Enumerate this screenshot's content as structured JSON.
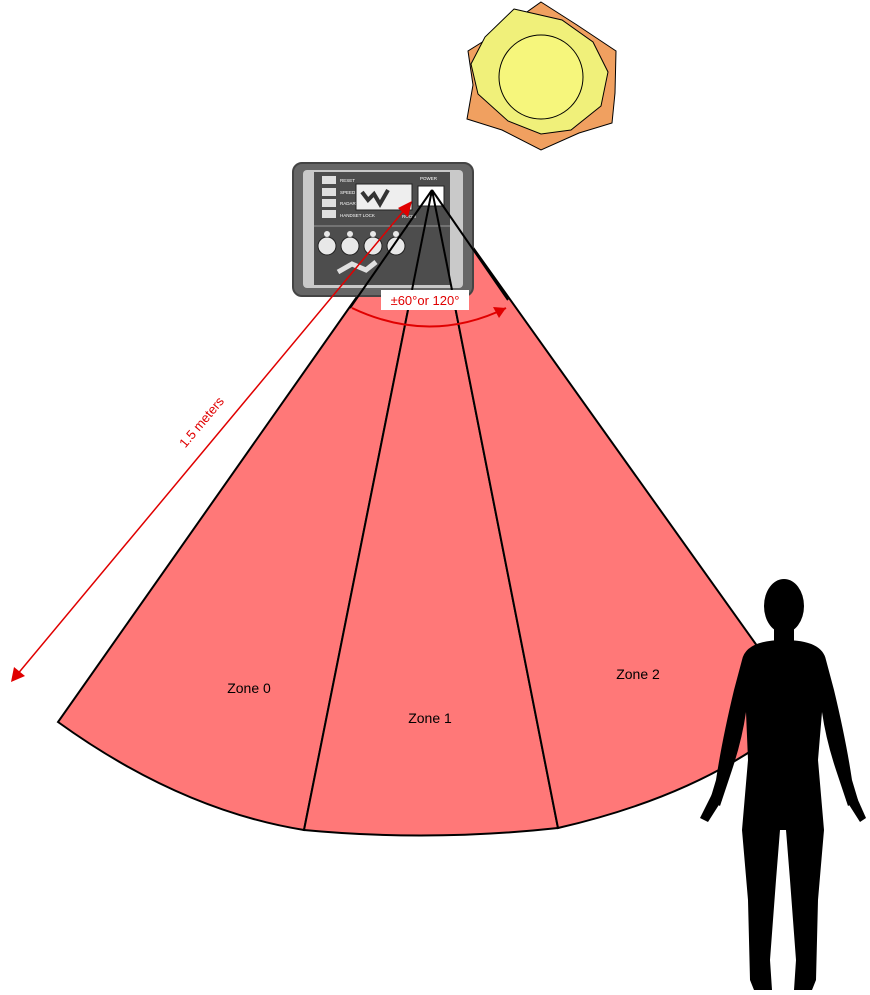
{
  "colors": {
    "fan_fill": "#ff7878",
    "fan_stroke": "#000000",
    "annotation": "#e00000",
    "sun_rays_a": "#f0a060",
    "sun_rays_b": "#f0f07a",
    "sun_core": "#f6f67c",
    "panel_frame": "#666666",
    "panel_body": "#4d4d4d",
    "silhouette": "#000000"
  },
  "icons": {
    "sun": "sun-icon",
    "sensor": "sensor-control-panel-icon",
    "person": "human-silhouette-icon"
  },
  "zones": [
    {
      "label": "Zone 0"
    },
    {
      "label": "Zone 1"
    },
    {
      "label": "Zone 2"
    }
  ],
  "annotations": {
    "distance_label": "1.5 meters",
    "angle_label": "±60°or 120°"
  },
  "panel": {
    "reset": "RESET",
    "speed": "SPEED",
    "radar_limit": "RADAR LIMIT",
    "power": "POWER",
    "handset_lock": "HANDSET LOCK",
    "room": "ROOM"
  }
}
